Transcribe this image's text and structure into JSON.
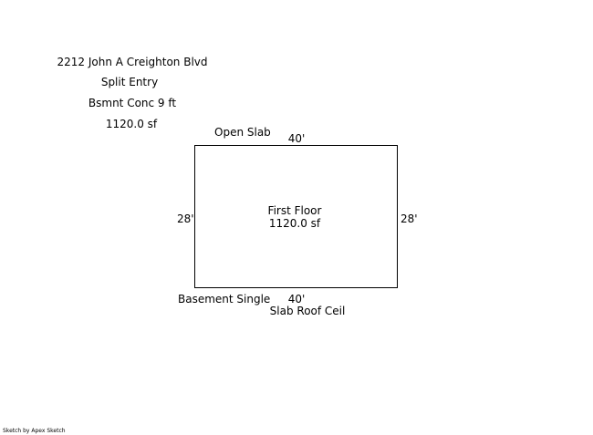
{
  "header": {
    "address": "2212 John A Creighton Blvd",
    "style": "Split Entry",
    "basement": "Bsmnt Conc 9 ft",
    "area": "1120.0 sf"
  },
  "sketch": {
    "top_label": "Open Slab",
    "top_dimension": "40'",
    "left_dimension": "28'",
    "right_dimension": "28'",
    "room_name": "First Floor",
    "room_area": "1120.0 sf",
    "bottom_left_label": "Basement Single",
    "bottom_dimension": "40'",
    "bottom_label": "Slab Roof Ceil"
  },
  "footer": {
    "credit": "Sketch by Apex Sketch"
  }
}
